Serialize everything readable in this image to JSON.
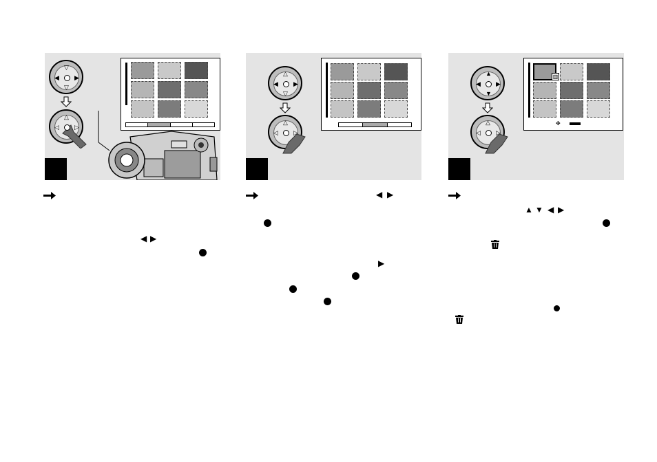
{
  "panels": [
    {
      "step": "",
      "lcd_bar_segments": 4,
      "lcd_bar_active": 1,
      "has_camera": true
    },
    {
      "step": "",
      "lcd_bar_segments": 3,
      "lcd_bar_active": 1
    },
    {
      "step": "",
      "lcd_legend": ""
    }
  ],
  "icons": {
    "arrow": "right-arrow-icon",
    "center_button": "filled-circle-icon",
    "direction_keys": "triangle-arrow-icons",
    "trash": "trash-icon"
  },
  "colors": {
    "panel_bg": "#e4e4e4",
    "step_box": "#000000",
    "ink": "#000000"
  }
}
